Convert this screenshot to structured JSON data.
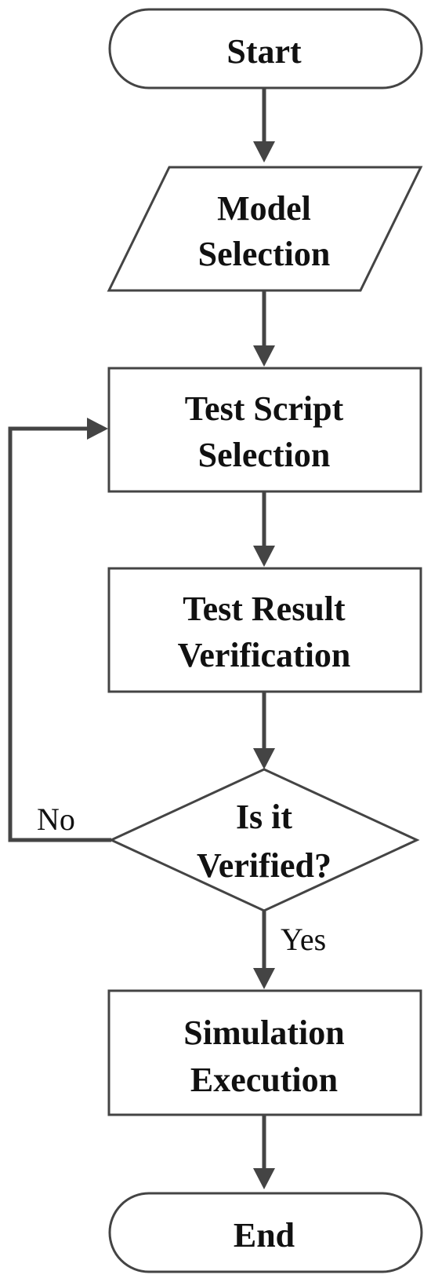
{
  "flowchart": {
    "start": {
      "label": "Start"
    },
    "model_selection": {
      "line1": "Model",
      "line2": "Selection"
    },
    "test_script_selection": {
      "line1": "Test Script",
      "line2": "Selection"
    },
    "test_result_verification": {
      "line1": "Test Result",
      "line2": "Verification"
    },
    "decision": {
      "line1": "Is it",
      "line2": "Verified?"
    },
    "simulation_execution": {
      "line1": "Simulation",
      "line2": "Execution"
    },
    "end": {
      "label": "End"
    },
    "branch_no": "No",
    "branch_yes": "Yes"
  },
  "colors": {
    "stroke": "#444444",
    "text": "#111111",
    "fill": "#ffffff"
  }
}
